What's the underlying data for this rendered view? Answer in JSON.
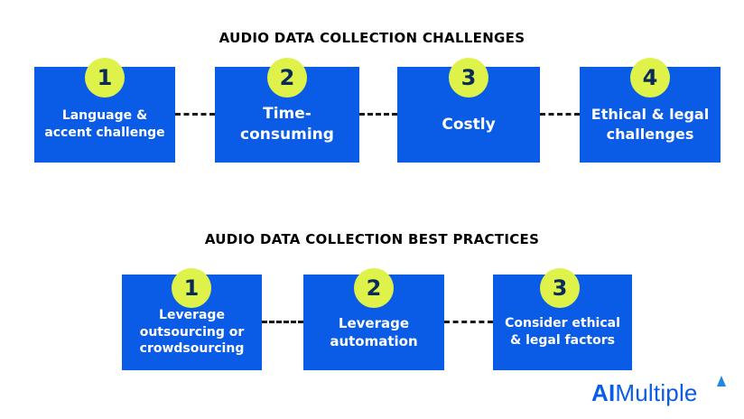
{
  "challenges": {
    "title": "AUDIO DATA COLLECTION CHALLENGES",
    "steps": [
      {
        "number": "1",
        "label": "Language &\naccent challenge"
      },
      {
        "number": "2",
        "label": "Time-\nconsuming"
      },
      {
        "number": "3",
        "label": "Costly"
      },
      {
        "number": "4",
        "label": "Ethical & legal\nchallenges"
      }
    ]
  },
  "best_practices": {
    "title": "AUDIO DATA COLLECTION BEST PRACTICES",
    "steps": [
      {
        "number": "1",
        "label": "Leverage\noutsourcing or\ncrowdsourcing"
      },
      {
        "number": "2",
        "label": "Leverage\nautomation"
      },
      {
        "number": "3",
        "label": "Consider ethical\n& legal factors"
      }
    ]
  },
  "logo": {
    "part1": "AI",
    "part2": "Multiple"
  },
  "colors": {
    "box": "#0a5ce6",
    "badge": "#def24a",
    "badge_text": "#0a2a5a"
  }
}
